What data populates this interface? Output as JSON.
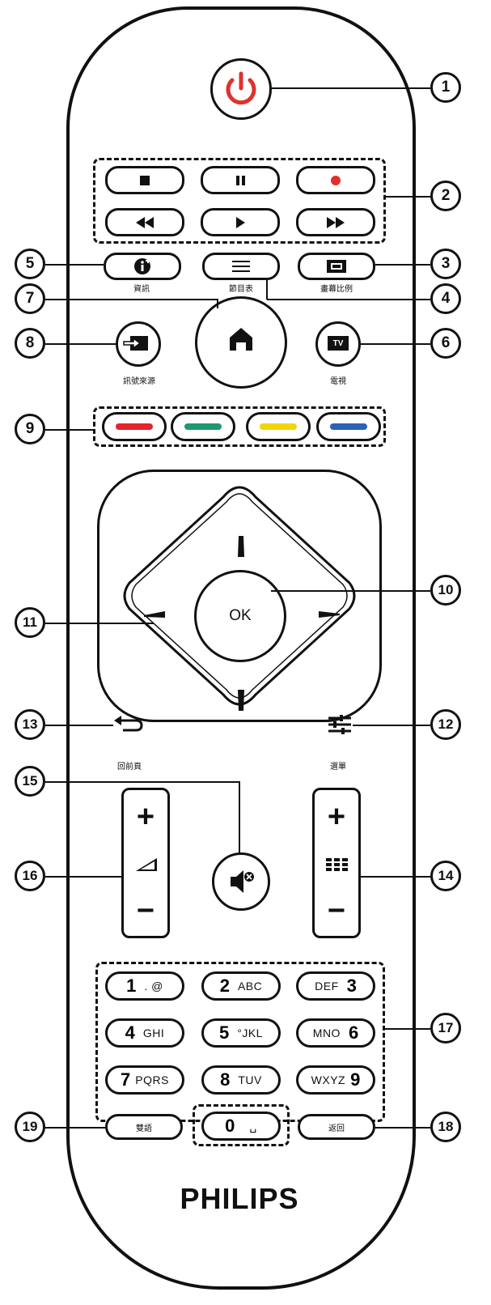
{
  "labels": {
    "info": "資訊",
    "tv_guide": "節目表",
    "format": "畫幕比例",
    "sources": "訊號來源",
    "tv": "電視",
    "back": "回前頁",
    "options": "選單",
    "subtitle": "雙語",
    "exit": "返回"
  },
  "dpad": {
    "ok": "OK"
  },
  "tv_icon": "TV",
  "keypad": {
    "keys": [
      {
        "main": "1",
        "sub": ". @"
      },
      {
        "main": "2",
        "sub": "ABC"
      },
      {
        "main": "3",
        "sub": "DEF"
      },
      {
        "main": "4",
        "sub": "GHI"
      },
      {
        "main": "5",
        "sub": "°JKL"
      },
      {
        "main": "6",
        "sub": "MNO"
      },
      {
        "main": "7",
        "sub": "PQRS"
      },
      {
        "main": "8",
        "sub": "TUV"
      },
      {
        "main": "9",
        "sub": "WXYZ"
      },
      {
        "main": "0",
        "sub": "␣"
      }
    ]
  },
  "brand": "PHILIPS",
  "callouts": [
    "1",
    "2",
    "3",
    "4",
    "5",
    "6",
    "7",
    "8",
    "9",
    "10",
    "11",
    "12",
    "13",
    "14",
    "15",
    "16",
    "17",
    "18",
    "19"
  ],
  "colors": {
    "power": "#e0312d",
    "red": "#e3262d",
    "green": "#1f9a6f",
    "yellow": "#f4d500",
    "blue": "#2a62b8"
  },
  "icons": [
    "power-icon",
    "stop-icon",
    "pause-icon",
    "record-icon",
    "rewind-icon",
    "play-icon",
    "fast-forward-icon",
    "info-icon",
    "menu-lines-icon",
    "aspect-icon",
    "sources-icon",
    "home-icon",
    "tv-icon",
    "back-arrow-icon",
    "options-icon",
    "mute-icon",
    "volume-icon",
    "grid-icon"
  ]
}
